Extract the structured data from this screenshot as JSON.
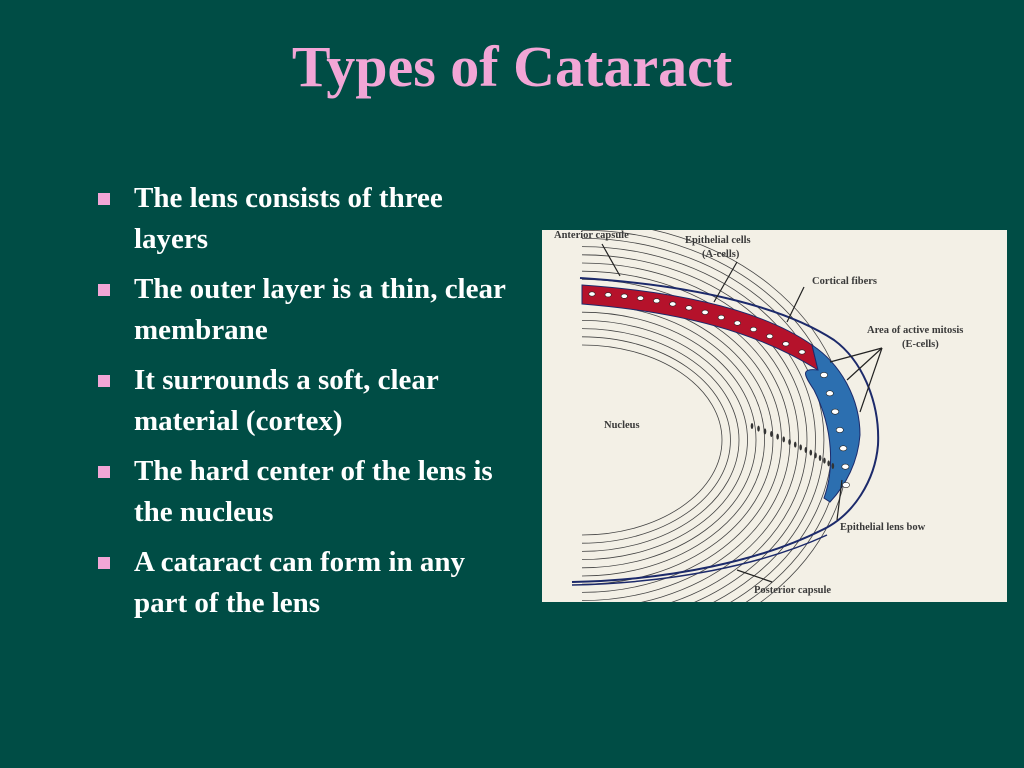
{
  "slide": {
    "title": "Types of Cataract",
    "bullets": [
      "The lens consists of three layers",
      "The outer layer is a thin, clear membrane",
      "It surrounds a soft, clear material (cortex)",
      "The hard center of the lens is the nucleus",
      "A cataract can form in any part of the lens"
    ]
  },
  "figure": {
    "labels": {
      "anterior_capsule": "Anterior capsule",
      "epithelial_cells_1": "Epithelial cells",
      "epithelial_cells_2": "(A-cells)",
      "cortical_fibers": "Cortical fibers",
      "active_mitosis_1": "Area of active mitosis",
      "active_mitosis_2": "(E-cells)",
      "nucleus": "Nucleus",
      "epithelial_lens_bow": "Epithelial lens bow",
      "posterior_capsule": "Posterior capsule"
    },
    "colors": {
      "epithelium": "#b5122b",
      "mitosis_cells": "#2c6fb0"
    }
  }
}
